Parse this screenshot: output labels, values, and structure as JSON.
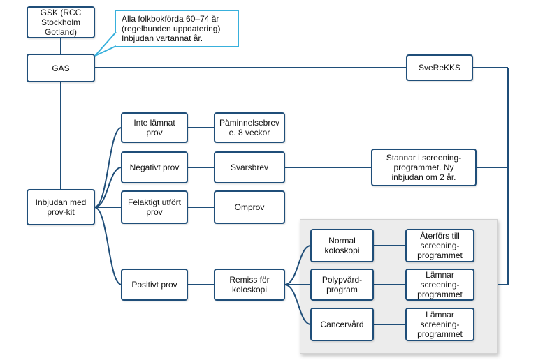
{
  "colors": {
    "box_border": "#1f4e79",
    "connector": "#1f4e79",
    "callout_border": "#38b0dc",
    "panel_background": "#ececec"
  },
  "nodes": {
    "gsk": "GSK (RCC\nStockholm\nGotland)",
    "gas": "GAS",
    "svereKKS": "SveReKKS",
    "inbjudan": "Inbjudan med\nprov-kit",
    "inte_lamnat": "Inte lämnat prov",
    "negativt": "Negativt prov",
    "felaktigt": "Felaktigt utfört\nprov",
    "positivt": "Positivt prov",
    "paminnelse": "Påminnelsebrev\ne. 8 veckor",
    "svarsbrev": "Svarsbrev",
    "omprov": "Omprov",
    "remiss": "Remiss för\nkoloskopi",
    "stannar": "Stannar i screening-\nprogrammet. Ny\ninbjudan om 2 år.",
    "normal": "Normal\nkoloskopi",
    "polyp": "Polypvård-\nprogram",
    "cancer": "Cancervård",
    "aterfors": "Återförs till\nscreening-\nprogrammet",
    "lamnar_1": "Lämnar\nscreening-\nprogrammet",
    "lamnar_2": "Lämnar\nscreening-\nprogrammet"
  },
  "callout": {
    "text": "Alla folkbokförda 60–74 år\n(regelbunden uppdatering)\nInbjudan vartannat år."
  }
}
